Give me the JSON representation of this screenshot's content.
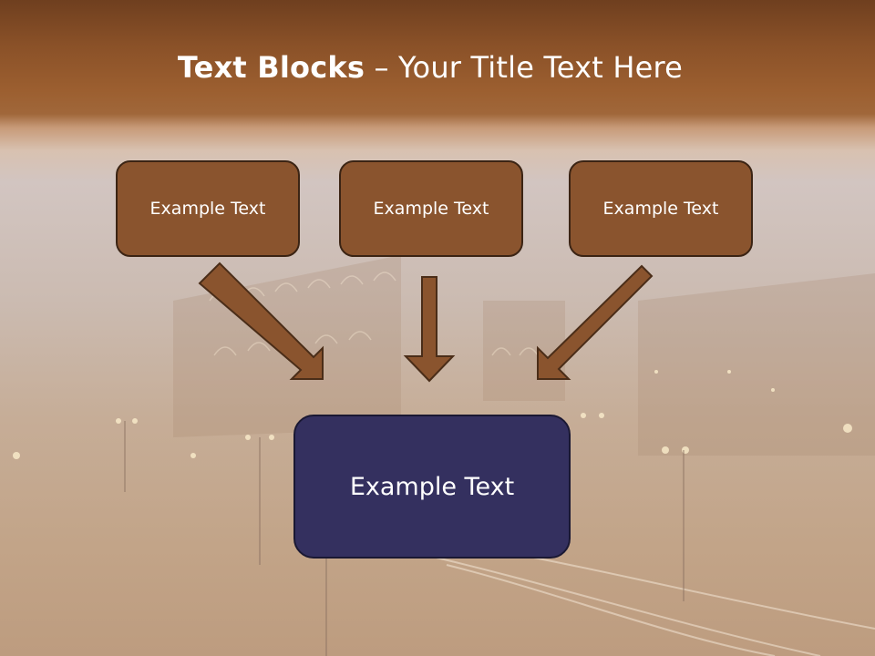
{
  "slide": {
    "title_bold": "Text Blocks",
    "title_rest": " – Your Title Text Here"
  },
  "boxes": [
    {
      "label": "Example Text"
    },
    {
      "label": "Example Text"
    },
    {
      "label": "Example Text"
    }
  ],
  "target_box": {
    "label": "Example Text"
  },
  "colors": {
    "box_fill": "#8a542e",
    "box_border": "#3b2414",
    "target_fill": "#34305f",
    "arrow_fill": "#8a542e",
    "title_bar": "#8a5128"
  }
}
